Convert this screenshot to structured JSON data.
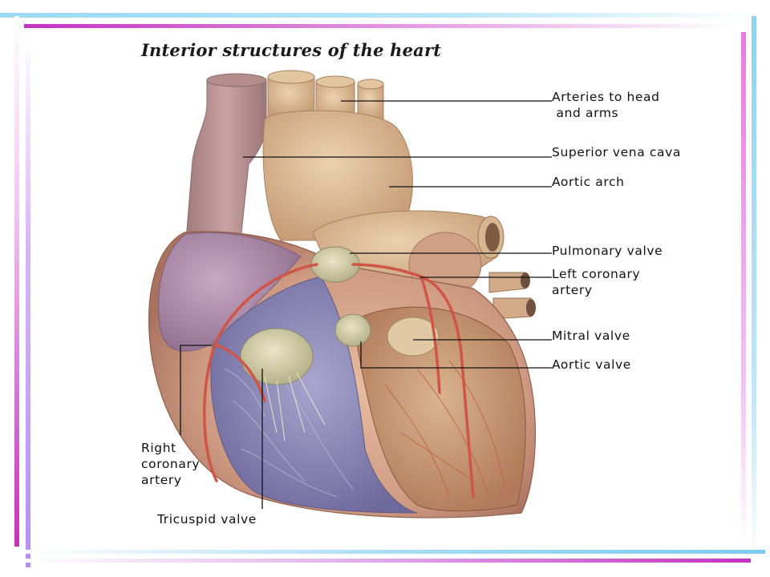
{
  "title": "Interior structures of the heart",
  "labels": {
    "arteries_head_arms": "Arteries to head\n and arms",
    "superior_vena_cava": "Superior vena cava",
    "aortic_arch": "Aortic arch",
    "pulmonary_valve": "Pulmonary valve",
    "left_coronary_artery": "Left coronary\nartery",
    "mitral_valve": "Mitral valve",
    "aortic_valve": "Aortic valve",
    "right_coronary_artery": "Right\ncoronary\nartery",
    "tricuspid_valve": "Tricuspid valve"
  },
  "colors": {
    "frame_magenta": "#c431c2",
    "frame_cyan": "#7ccbf0",
    "myocardium": "#d9a88f",
    "aorta": "#d8b48f",
    "vena_cava": "#b99090",
    "right_ventricle_interior": "#8c87b8",
    "coronary_artery": "#d0584a"
  }
}
